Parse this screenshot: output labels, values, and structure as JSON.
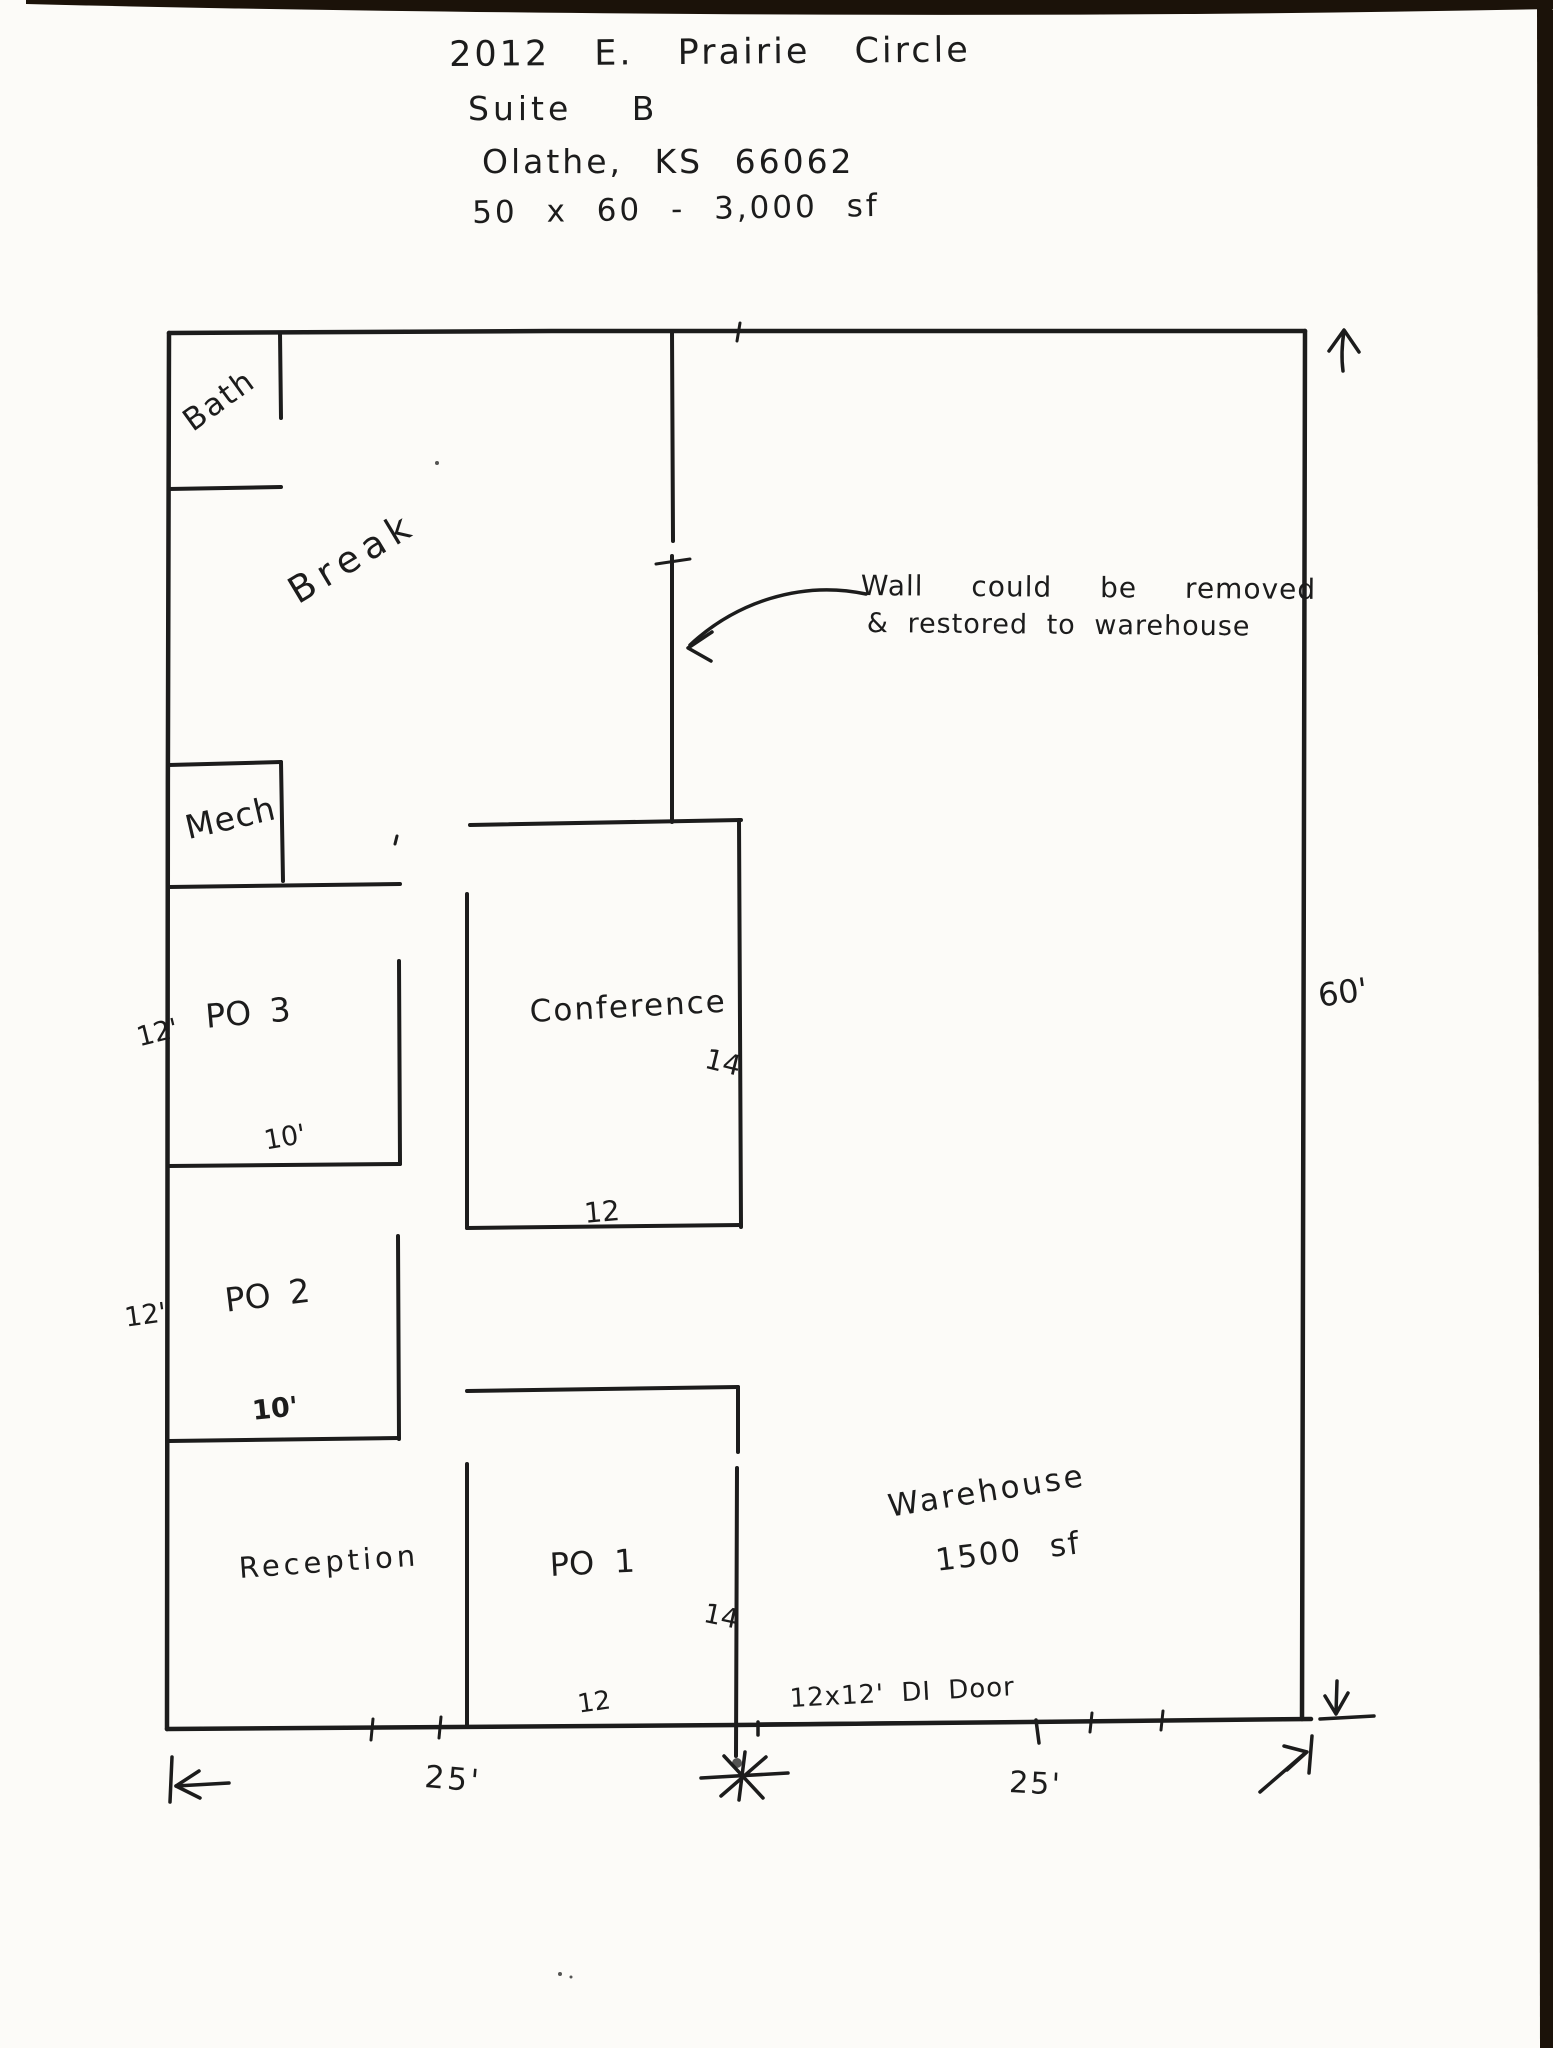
{
  "colors": {
    "ink": "#1c1c1c",
    "paper": "#fcfbf8",
    "scan_edge": "#1b1209"
  },
  "header": {
    "address_line": "2012 E. Prairie Circle",
    "suite_line": "Suite B",
    "city_line": "Olathe, KS 66062",
    "size_line": "50 x 60 - 3,000 sf"
  },
  "annotation": {
    "line1": "Wall could be removed",
    "line2": "& restored to warehouse"
  },
  "rooms": {
    "bath": "Bath",
    "break_room": "Break",
    "mech": "Mech",
    "po3": "PO 3",
    "po2": "PO 2",
    "po1": "PO 1",
    "conference": "Conference",
    "reception": "Reception",
    "warehouse": "Warehouse",
    "warehouse_area": "1500 sf"
  },
  "dimensions": {
    "po3_depth": "12'",
    "po3_width": "10'",
    "po2_depth": "12'",
    "po2_width": "10'",
    "conference_depth": "14",
    "conference_width": "12",
    "po1_depth": "14",
    "po1_width": "12",
    "overall_depth": "60'",
    "front_left_width": "25'",
    "front_right_width": "25'",
    "door_label": "12x12' DI Door"
  }
}
